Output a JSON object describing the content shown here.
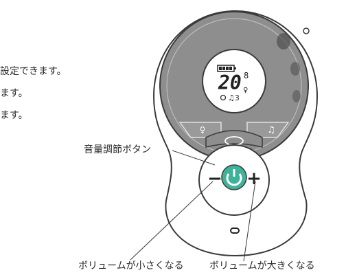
{
  "partial_text": [
    "設定できます。",
    "ます。",
    "ます。"
  ],
  "labels": {
    "volume_button": "音量調節ボタン",
    "volume_down": "ボリュームが小さくなる",
    "volume_up": "ボリュームが大きくなる"
  },
  "display": {
    "big_number": "20",
    "small_digit": "8",
    "music_indicator": "♫3"
  },
  "buttons": {
    "minus_symbol": "−",
    "plus_symbol": "+",
    "light_symbol": "♀",
    "music_symbol": "♫"
  },
  "colors": {
    "device_gray": "#8e8e8e",
    "power_green": "#3fb39a",
    "outline": "#3a3a3a"
  },
  "icons": [
    "battery-icon",
    "light-icon",
    "music-icon",
    "speech-bubble-icon",
    "power-icon",
    "minus-icon",
    "plus-icon",
    "bottom-slot-icon"
  ]
}
